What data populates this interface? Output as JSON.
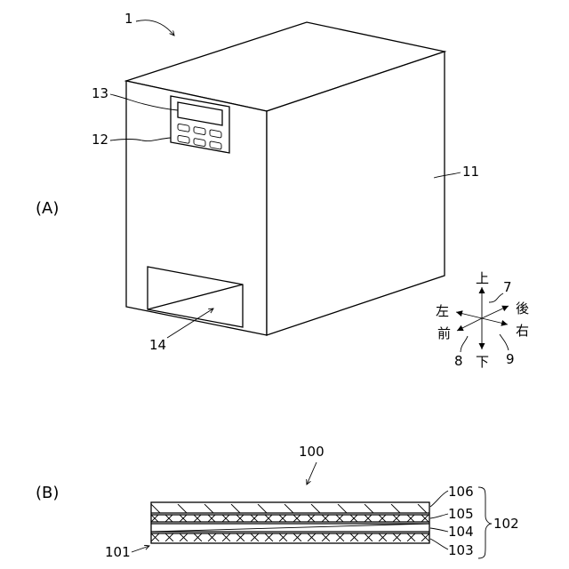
{
  "figure_a": {
    "part_label": "(A)",
    "ref_device": "1",
    "ref_casing": "11",
    "ref_operation_panel": "12",
    "ref_display": "13",
    "ref_outlet": "14",
    "ref_updown_axis": "7",
    "ref_frontback_axis": "8",
    "ref_leftright_axis": "9",
    "dir_up": "上",
    "dir_down": "下",
    "dir_left": "左",
    "dir_right": "右",
    "dir_front": "前",
    "dir_back": "後"
  },
  "figure_b": {
    "part_label": "(B)",
    "ref_sheet": "100",
    "ref_bottom_layer": "101",
    "ref_group": "102",
    "ref_layer_103": "103",
    "ref_layer_104": "104",
    "ref_layer_105": "105",
    "ref_layer_106": "106"
  }
}
